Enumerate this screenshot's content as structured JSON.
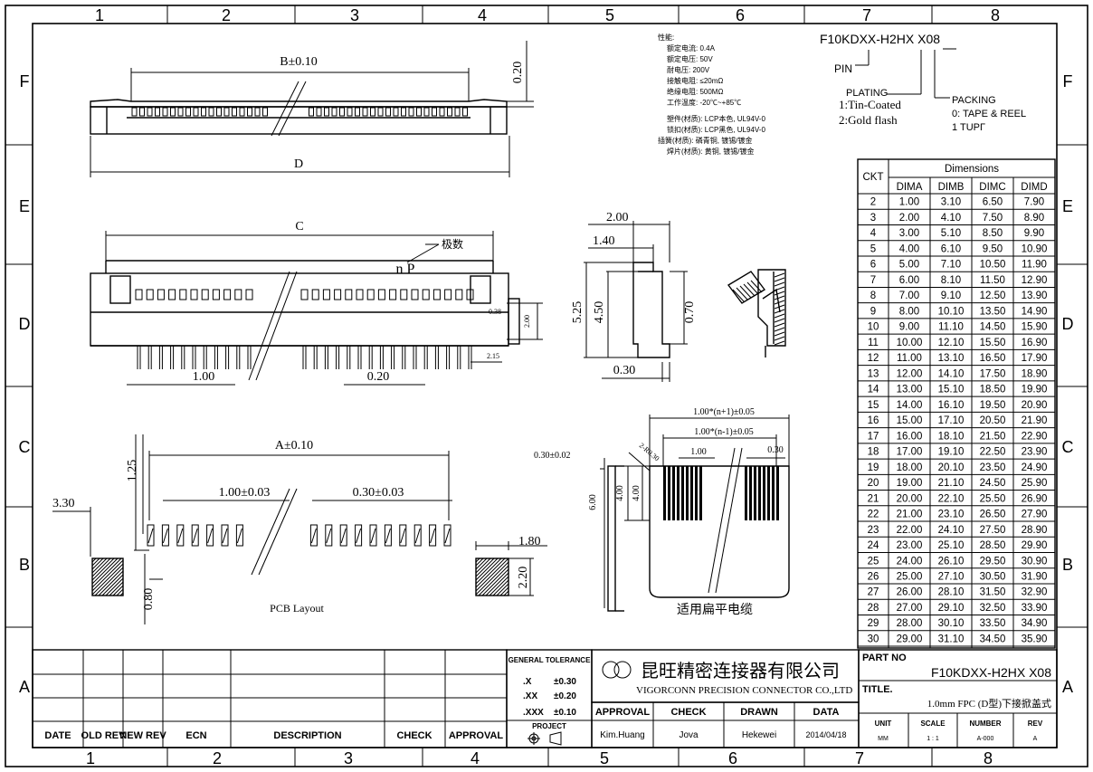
{
  "frame": {
    "columns": [
      "1",
      "2",
      "3",
      "4",
      "5",
      "6",
      "7",
      "8"
    ],
    "rows": [
      "F",
      "E",
      "D",
      "C",
      "B",
      "A"
    ]
  },
  "specs": {
    "heading": "性能:",
    "lines": [
      "额定电流: 0.4A",
      "额定电压: 50V",
      "耐电压: 200V",
      "接触电阻: ≤20mΩ",
      "绝缘电阻: 500MΩ",
      "工作温度: -20℃~+85℃"
    ],
    "materials": [
      "塑件(材质): LCP本色, UL94V-0",
      "锁扣(材质): LCP黑色, UL94V-0",
      "插簧(材质): 磷青铜, 镀锡/镀金",
      "焊片(材质): 黄铜, 镀锡/镀金"
    ]
  },
  "part_code": {
    "code": "F10KDXX-H2HX X08",
    "pin_label": "PIN",
    "plating_label": "PLATING",
    "plating_options": [
      "1:Tin-Coated",
      "2:Gold flash"
    ],
    "packing_label": "PACKING",
    "packing_options": [
      "0: TAPE & REEL",
      "1 TUPГ"
    ]
  },
  "dimensions_table": {
    "ckt_header": "CKT",
    "group_header": "Dimensions",
    "columns": [
      "DIMA",
      "DIMB",
      "DIMC",
      "DIMD"
    ],
    "rows": [
      [
        "2",
        "1.00",
        "3.10",
        "6.50",
        "7.90"
      ],
      [
        "3",
        "2.00",
        "4.10",
        "7.50",
        "8.90"
      ],
      [
        "4",
        "3.00",
        "5.10",
        "8.50",
        "9.90"
      ],
      [
        "5",
        "4.00",
        "6.10",
        "9.50",
        "10.90"
      ],
      [
        "6",
        "5.00",
        "7.10",
        "10.50",
        "11.90"
      ],
      [
        "7",
        "6.00",
        "8.10",
        "11.50",
        "12.90"
      ],
      [
        "8",
        "7.00",
        "9.10",
        "12.50",
        "13.90"
      ],
      [
        "9",
        "8.00",
        "10.10",
        "13.50",
        "14.90"
      ],
      [
        "10",
        "9.00",
        "11.10",
        "14.50",
        "15.90"
      ],
      [
        "11",
        "10.00",
        "12.10",
        "15.50",
        "16.90"
      ],
      [
        "12",
        "11.00",
        "13.10",
        "16.50",
        "17.90"
      ],
      [
        "13",
        "12.00",
        "14.10",
        "17.50",
        "18.90"
      ],
      [
        "14",
        "13.00",
        "15.10",
        "18.50",
        "19.90"
      ],
      [
        "15",
        "14.00",
        "16.10",
        "19.50",
        "20.90"
      ],
      [
        "16",
        "15.00",
        "17.10",
        "20.50",
        "21.90"
      ],
      [
        "17",
        "16.00",
        "18.10",
        "21.50",
        "22.90"
      ],
      [
        "18",
        "17.00",
        "19.10",
        "22.50",
        "23.90"
      ],
      [
        "19",
        "18.00",
        "20.10",
        "23.50",
        "24.90"
      ],
      [
        "20",
        "19.00",
        "21.10",
        "24.50",
        "25.90"
      ],
      [
        "21",
        "20.00",
        "22.10",
        "25.50",
        "26.90"
      ],
      [
        "22",
        "21.00",
        "23.10",
        "26.50",
        "27.90"
      ],
      [
        "23",
        "22.00",
        "24.10",
        "27.50",
        "28.90"
      ],
      [
        "24",
        "23.00",
        "25.10",
        "28.50",
        "29.90"
      ],
      [
        "25",
        "24.00",
        "26.10",
        "29.50",
        "30.90"
      ],
      [
        "26",
        "25.00",
        "27.10",
        "30.50",
        "31.90"
      ],
      [
        "27",
        "26.00",
        "28.10",
        "31.50",
        "32.90"
      ],
      [
        "28",
        "27.00",
        "29.10",
        "32.50",
        "33.90"
      ],
      [
        "29",
        "28.00",
        "30.10",
        "33.50",
        "34.90"
      ],
      [
        "30",
        "29.00",
        "31.10",
        "34.50",
        "35.90"
      ]
    ]
  },
  "drawing_labels": {
    "top_b": "B±0.10",
    "top_020": "0.20",
    "top_d": "D",
    "front_c": "C",
    "front_bs": "极数",
    "front_np": "n P",
    "front_100": "1.00",
    "front_020": "0.20",
    "front_038": "0.38",
    "front_200": "2.00",
    "front_215": "2.15",
    "side_200": "2.00",
    "side_140": "1.40",
    "side_525": "5.25",
    "side_450": "4.50",
    "side_070": "0.70",
    "side_030": "0.30",
    "pcb_a": "A±0.10",
    "pcb_125": "1.25",
    "pcb_330": "3.30",
    "pcb_100": "1.00±0.03",
    "pcb_030": "0.30±0.03",
    "pcb_180": "1.80",
    "pcb_220": "2.20",
    "pcb_080": "0.80",
    "pcb_caption": "PCB Layout",
    "fpc_n1": "1.00*(n+1)±0.05",
    "fpc_nm1": "1.00*(n-1)±0.05",
    "fpc_100": "1.00",
    "fpc_030": "0.30",
    "fpc_r030": "2-R0.30",
    "fpc_thk": "0.30±0.02",
    "fpc_600": "6.00",
    "fpc_400a": "4.00",
    "fpc_400b": "4.00",
    "fpc_caption": "适用扁平电缆"
  },
  "revision_block": {
    "headers": [
      "DATE",
      "OLD REV",
      "NEW REV",
      "ECN",
      "DESCRIPTION",
      "CHECK",
      "APPROVAL"
    ]
  },
  "tolerance": {
    "title": "GENERAL TOLERANCE",
    "rows": [
      [
        ".X",
        "±0.30"
      ],
      [
        ".XX",
        "±0.20"
      ],
      [
        ".XXX",
        "±0.10"
      ]
    ],
    "project_label": "PROJECT"
  },
  "company": {
    "name_cn": "昆旺精密连接器有限公司",
    "name_en": "VIGORCONN PRECISION CONNECTOR CO.,LTD"
  },
  "approvals": {
    "headers": [
      "APPROVAL",
      "CHECK",
      "DRAWN",
      "DATA"
    ],
    "values": [
      "Kim.Huang",
      "Jova",
      "Hekewei",
      "2014/04/18"
    ]
  },
  "title_block": {
    "part_no_label": "PART NO",
    "part_no": "F10KDXX-H2HX X08",
    "title_label": "TITLE.",
    "title": "1.0mm FPC (D型)下接掀盖式",
    "meta_headers": [
      "UNIT",
      "SCALE",
      "NUMBER",
      "REV"
    ],
    "meta_values": [
      "MM",
      "1 : 1",
      "A-000",
      "A"
    ]
  }
}
